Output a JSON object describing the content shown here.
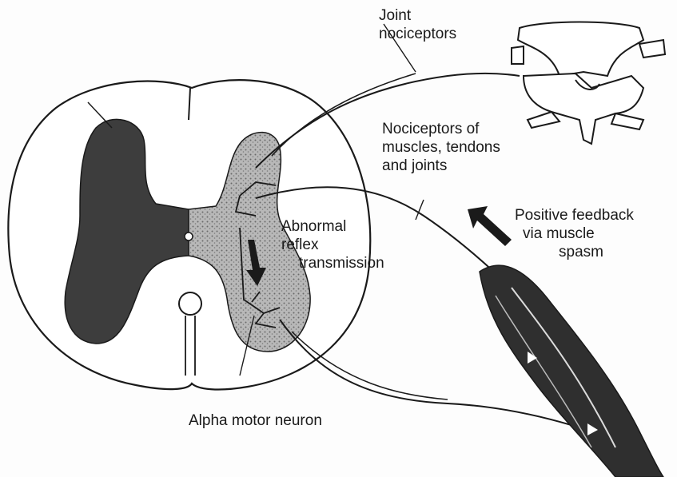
{
  "labels": {
    "joint_nociceptors": [
      "Joint",
      "nociceptors"
    ],
    "nociceptors_muscles": [
      "Nociceptors of",
      "muscles, tendons",
      "and joints"
    ],
    "positive_feedback": [
      "Positive feedback",
      "via muscle",
      "spasm"
    ],
    "abnormal_reflex": [
      "Abnormal",
      "reflex",
      "transmission"
    ],
    "alpha_motor": "Alpha motor neuron"
  },
  "colors": {
    "ink": "#1a1a1a",
    "grey_matter_dark": "#3a3a3a",
    "grey_matter_light": "#9a9a9a"
  }
}
